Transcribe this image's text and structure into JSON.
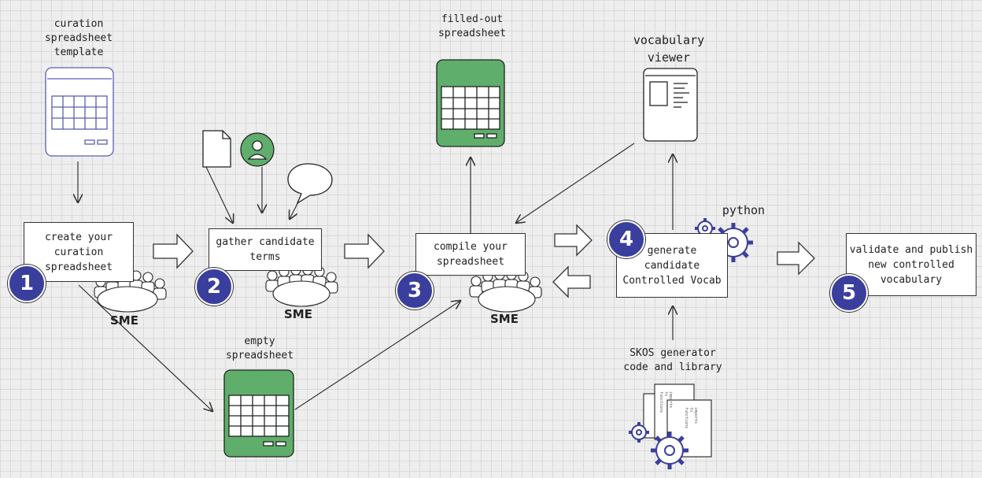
{
  "labels": {
    "template": "curation\nspreadsheet\ntemplate",
    "filled": "filled-out\nspreadsheet",
    "viewer": "vocabulary\nviewer",
    "python": "python",
    "empty": "empty\nspreadsheet",
    "skos": "SKOS generator\ncode and library"
  },
  "steps": [
    {
      "num": "1",
      "text": "create your\ncuration\nspreadsheet"
    },
    {
      "num": "2",
      "text": "gather candidate\nterms"
    },
    {
      "num": "3",
      "text": "compile your\nspreadsheet"
    },
    {
      "num": "4",
      "text": "generate\ncandidate\nControlled Vocab"
    },
    {
      "num": "5",
      "text": "validate and publish\nnew controlled\nvocabulary"
    }
  ],
  "sme_label": "SME",
  "code_doc_text": "imports\nfn\nfunctions",
  "colors": {
    "accent": "#3a3f9e",
    "green": "#5fae6b",
    "template_stroke": "#5a5fb0"
  }
}
